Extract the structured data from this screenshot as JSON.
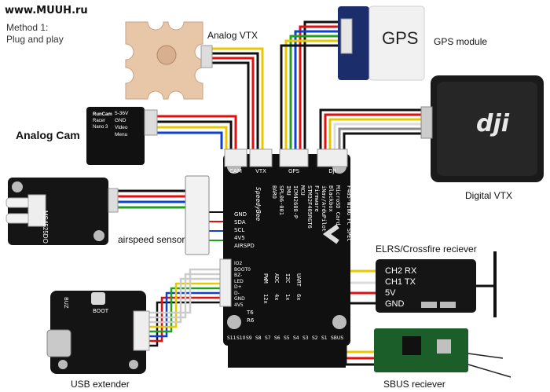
{
  "brand": "www.MUUH.ru",
  "method": {
    "line1": "Method 1:",
    "line2": "Plug and play"
  },
  "labels": {
    "analog_vtx": "Analog VTX",
    "gps_module": "GPS module",
    "analog_cam": "Analog Cam",
    "digital_vtx": "Digital VTX",
    "airspeed_sensor": "airspeed sensor",
    "elrs": "ELRS/Crossfire reciever",
    "usb_extender": "USB extender",
    "sbus": "SBUS reciever"
  },
  "gps_text": "GPS",
  "cam_text": {
    "brand": "RunCam",
    "model": "Racer Nano 3",
    "pins": [
      "5-36V",
      "GND",
      "Video",
      "Menu"
    ]
  },
  "airspeed_text": "MS4525DO",
  "fc": {
    "connectors": [
      "CAM",
      "VTX",
      "GPS",
      "DJI"
    ],
    "columns": [
      "BARO",
      "SPL06-001",
      "IMU",
      "ICM42688-P",
      "MCU",
      "STM32F405RGT6",
      "Firmware",
      "iNav/ArduPilot",
      "Blackbox",
      "MicroSD Card"
    ],
    "title": "F405-WING FC SPEC",
    "brand": "SpeedyBee",
    "side_pins": [
      "GND",
      "SDA",
      "SCL",
      "4V5",
      "AIRSPD"
    ],
    "usb_pins": [
      "IO2",
      "BOOT0",
      "BZ-",
      "LED",
      "D+",
      "D-",
      "GND",
      "4V5"
    ],
    "small_labels": [
      "PWM",
      "12x",
      "ADC",
      "4x",
      "I2C",
      "1x",
      "UART",
      "6x"
    ],
    "t6r6": [
      "T6",
      "R6"
    ],
    "bottom_pins": [
      "S11",
      "S10",
      "S9",
      "S8",
      "S7",
      "S6",
      "S5",
      "S4",
      "S3",
      "S2",
      "S1",
      "SBUS"
    ]
  },
  "elrs_pins": [
    "CH2 RX",
    "CH1 TX",
    "5V",
    "GND"
  ],
  "usb_board": {
    "boot": "BOOT",
    "bz": "BUZ"
  },
  "dji_logo": "dji"
}
